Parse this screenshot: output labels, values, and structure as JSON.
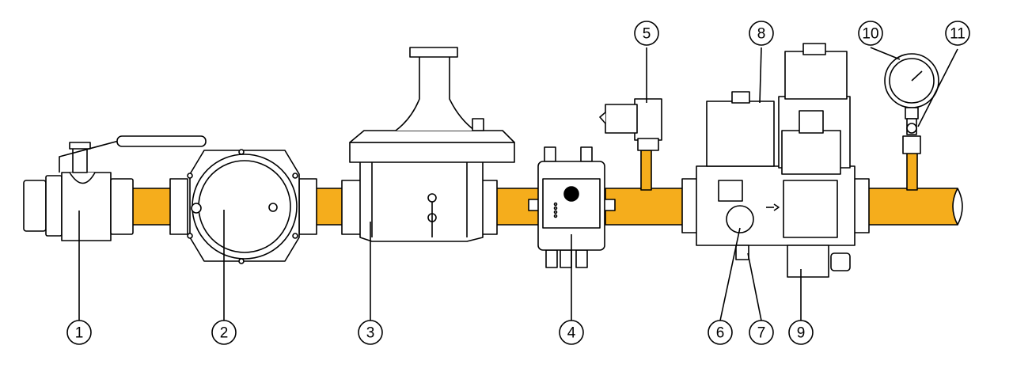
{
  "colors": {
    "pipe": "#f5ad1c",
    "line": "#000000",
    "body": "#ffffff",
    "shade": "#d9d9d9"
  },
  "callouts": [
    {
      "label": "1",
      "part": "ball-valve"
    },
    {
      "label": "2",
      "part": "filter"
    },
    {
      "label": "3",
      "part": "pressure-regulator"
    },
    {
      "label": "4",
      "part": "junction-box"
    },
    {
      "label": "5",
      "part": "solenoid-valve"
    },
    {
      "label": "6",
      "part": "pressure-switch"
    },
    {
      "label": "7",
      "part": "double-solenoid-valve"
    },
    {
      "label": "8",
      "part": "test-nipple"
    },
    {
      "label": "9",
      "part": "valve-proving-switch"
    },
    {
      "label": "10",
      "part": "pressure-gauge"
    },
    {
      "label": "11",
      "part": "gauge-cock"
    }
  ]
}
